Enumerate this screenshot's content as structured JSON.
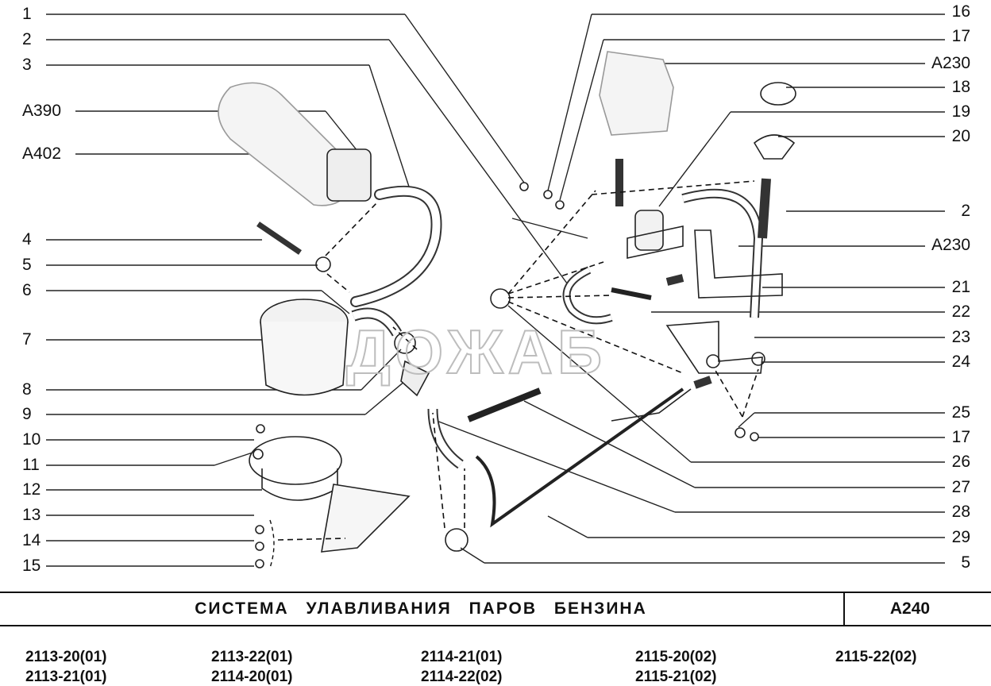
{
  "labels_left": [
    "1",
    "2",
    "3",
    "A390",
    "A402",
    "4",
    "5",
    "6",
    "7",
    "8",
    "9",
    "10",
    "11",
    "12",
    "13",
    "14",
    "15"
  ],
  "labels_right": [
    "16",
    "17",
    "A230",
    "18",
    "19",
    "20",
    "2",
    "A230",
    "21",
    "22",
    "23",
    "24",
    "25",
    "17",
    "26",
    "27",
    "28",
    "29",
    "5"
  ],
  "watermark": "ДОЖАБ",
  "title": "СИСТЕМА УЛАВЛИВАНИЯ ПАРОВ БЕНЗИНА",
  "code": "A240",
  "models": [
    "2113-20(01)",
    "2113-21(01)",
    "2113-22(01)",
    "2114-20(01)",
    "2114-21(01)",
    "2114-22(02)",
    "2115-20(02)",
    "2115-21(02)",
    "2115-22(02)"
  ]
}
